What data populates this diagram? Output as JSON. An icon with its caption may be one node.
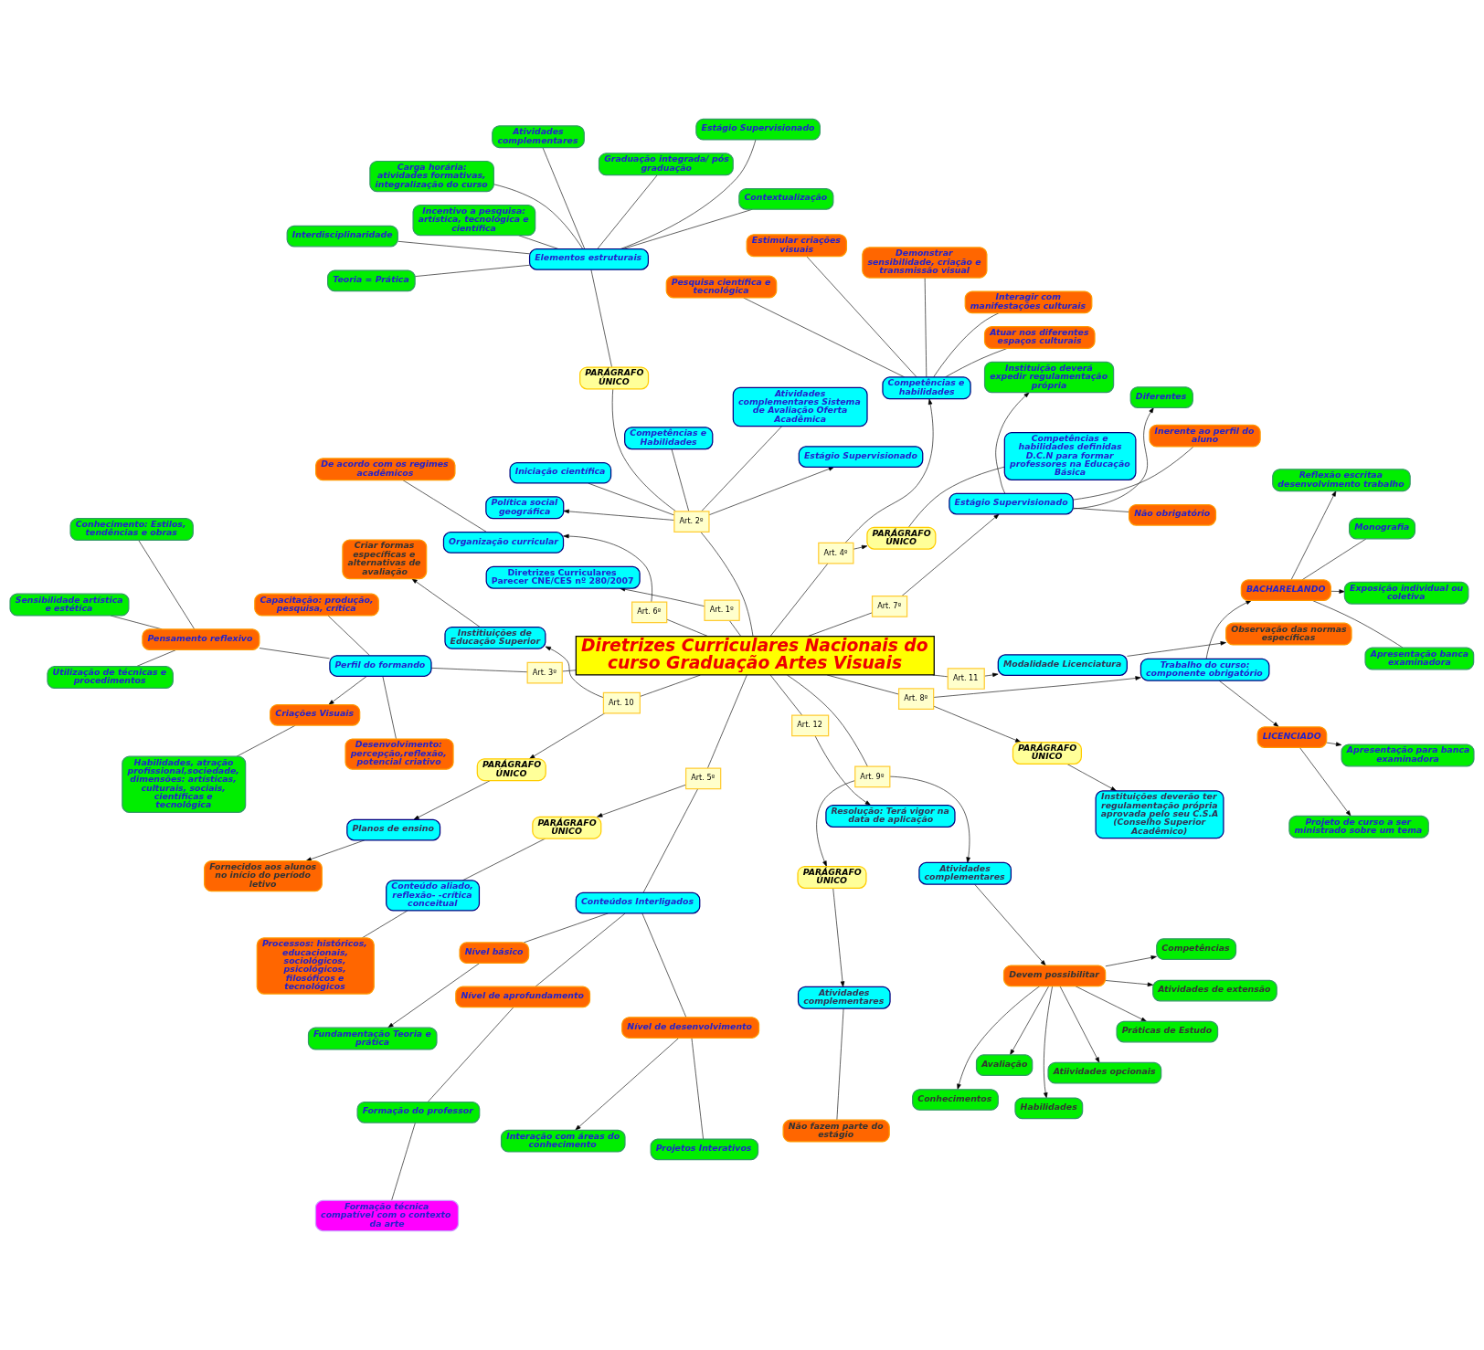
{
  "diagram": {
    "nodes": [
      {
        "text": [
          "Conhecimentos"
        ]
      },
      {
        "text": [
          "Fornecidos aos alunos no início do período letivo"
        ]
      },
      {
        "text": [
          "Habilidades"
        ]
      },
      {
        "text": [
          "Observação das normas específicas"
        ]
      },
      {
        "text": [
          "Competências"
        ]
      },
      {
        "text": [
          "Avaliação"
        ]
      },
      {
        "text": [
          "Planos de ensino"
        ]
      },
      {
        "text": [
          "Atividades de extensão"
        ]
      },
      {
        "text": [
          "Instituições deverão ter regulamentação própria aprovada pelo seu C.S.A (Conselho Superior Acadêmico)"
        ]
      },
      {
        "text": [
          "Apresentação para banca examinadora"
        ]
      },
      {
        "text": [
          "Projeto de curso a ser ministrado sobre um tema"
        ]
      },
      {
        "text": [
          "Criar formas específicas e alternativas de avaliação"
        ]
      },
      {
        "text": [
          "Modalidade Licenciatura"
        ]
      },
      {
        "text": [
          "Resolução: Terá vigor na data de aplicação"
        ]
      },
      {
        "text": [
          "Devem possibilitar"
        ]
      },
      {
        "text": [
          "Atiividades opcionais"
        ]
      },
      {
        "text": [
          "Práticas de Estudo"
        ]
      },
      {
        "text": [
          "Institiuições de Educação Superior"
        ]
      },
      {
        "text": [
          "PARÁGRAFO ÚNICO"
        ]
      },
      {
        "text": [
          "Atividades complementares"
        ]
      },
      {
        "text": [
          "Atividades complementares"
        ]
      },
      {
        "text": [
          "LICENCIADO"
        ]
      },
      {
        "text": [
          "Reflexão escritaa desenvolvimento trabalho"
        ]
      },
      {
        "text": [
          "Art. 11"
        ]
      },
      {
        "text": [
          "PARÁGRAFO ÚNICO"
        ]
      },
      {
        "text": [
          "PARÁGRAFO ÚNICO"
        ]
      },
      {
        "text": [
          "Art. 12"
        ]
      },
      {
        "text": [
          "Art. 10"
        ]
      },
      {
        "text": [
          "Não fazem parte do estágio"
        ]
      },
      {
        "text": [
          "Art. 9º"
        ]
      },
      {
        "text": [
          "BACHARELANDO"
        ]
      },
      {
        "text": [
          "Trabalho do curso: componente obrigatório"
        ]
      },
      {
        "text": [
          "Exposição individual ou coletiva"
        ]
      },
      {
        "text": [
          "Diretrizes Curriculares Parecer CNE/CES nº 280/2007"
        ]
      },
      {
        "text": [
          "Art. 8º"
        ]
      },
      {
        "text": [
          "Diretrizes Curriculares Nacionais do curso Graduação Artes Visuais"
        ]
      },
      {
        "text": [
          "Diferentes"
        ]
      },
      {
        "text": [
          "Art. 7º"
        ]
      },
      {
        "text": [
          "Apresentação banca examinadora"
        ]
      },
      {
        "text": [
          "Art. 1º"
        ]
      },
      {
        "text": [
          "Estágio Supervisionado"
        ]
      },
      {
        "text": [
          "Instituição deverá expedir regulamentação própria"
        ]
      },
      {
        "text": [
          "Política social geográfica"
        ]
      },
      {
        "text": [
          "Competências e habilidades"
        ]
      },
      {
        "text": [
          "Art. 6º"
        ]
      },
      {
        "text": [
          "Organização curricular"
        ]
      },
      {
        "text": [
          "PARÁGRAFO ÚNICO"
        ]
      },
      {
        "text": [
          "Monografia"
        ]
      },
      {
        "text": [
          "Estágio Supervisionado"
        ]
      },
      {
        "text": [
          "Não obrigatório"
        ]
      },
      {
        "text": [
          "De acordo com os regimes acadêmicos"
        ]
      },
      {
        "text": [
          "Art. 4º"
        ]
      },
      {
        "text": [
          "Competências e habilidades definidas D.C.N para formar professores na Educação Básica"
        ]
      },
      {
        "text": [
          "Interagir com manifestações culturais"
        ]
      },
      {
        "text": [
          "Inerente ao perfil do aluno"
        ]
      },
      {
        "text": [
          "Art. 3º"
        ]
      },
      {
        "text": [
          "Pesquisa científica e tecnológica"
        ]
      },
      {
        "text": [
          "Estimular criações visuais"
        ]
      },
      {
        "text": [
          "Art. 2º"
        ]
      },
      {
        "text": [
          "Art. 5º"
        ]
      },
      {
        "text": [
          "PARÁGRAFO ÚNICO"
        ]
      },
      {
        "text": [
          "Demonstrar sensibilidade, criação e transmissão visual"
        ]
      },
      {
        "text": [
          "Criações Visuais"
        ]
      },
      {
        "text": [
          "Atuar nos diferentes espaços culturais"
        ]
      },
      {
        "text": [
          "Conteúdos Interligados"
        ]
      },
      {
        "text": [
          "Conteúdo aliado, reflexão- -crítica conceitual"
        ]
      },
      {
        "text": [
          "Competências e Habilidades"
        ]
      },
      {
        "text": [
          "Perfil do formando"
        ]
      },
      {
        "text": [
          "Habilidades, atração profissional,sociedade, dimensões: artísticas, culturais, sociais, científicas e tecnológica"
        ]
      },
      {
        "text": [
          "Nível básico"
        ]
      },
      {
        "text": [
          "Fundamentação Teoria e prática"
        ]
      },
      {
        "text": [
          "Iniciação científica"
        ]
      },
      {
        "text": [
          "Capacitação: produção, pesquisa, crítica"
        ]
      },
      {
        "text": [
          "Nível de desenvolvimento"
        ]
      },
      {
        "text": [
          "Interação com áreas do conhecimento"
        ]
      },
      {
        "text": [
          "Desenvolvimento: percepção,reflexão, potencial criativo"
        ]
      },
      {
        "text": [
          "Atividades complementares Sistema de Avaliação Oferta Acadêmica"
        ]
      },
      {
        "text": [
          "Pensamento reflexivo"
        ]
      },
      {
        "text": [
          "Nível de aprofundamento"
        ]
      },
      {
        "text": [
          "Projetos Interativos"
        ]
      },
      {
        "text": [
          "PARÁGRAFO ÚNICO"
        ]
      },
      {
        "text": [
          "Utilização de técnicas e procedimentos"
        ]
      },
      {
        "text": [
          "Processos: históricos, educacionais, sociológicos, psicológicos, filosóficos e tecnológicos"
        ]
      },
      {
        "text": [
          "Formação do professor"
        ]
      },
      {
        "text": [
          "Conhecimento: Estilos, tendências e obras"
        ]
      },
      {
        "text": [
          "Elementos estruturais"
        ]
      },
      {
        "text": [
          "Formação técnica compatível com o contexto da arte"
        ]
      },
      {
        "text": [
          "Sensibilidade artística e estética"
        ]
      },
      {
        "text": [
          "Atividades complementares"
        ]
      },
      {
        "text": [
          "Teoria = Prática"
        ]
      },
      {
        "text": [
          "Estágio Supervisionado"
        ]
      },
      {
        "text": [
          "Interdisciplinaridade"
        ]
      },
      {
        "text": [
          "Contextualização"
        ]
      },
      {
        "text": [
          "Graduação integrada/ pós graduação"
        ]
      },
      {
        "text": [
          "Carga horária: atividades formativas, integralização do curso"
        ]
      },
      {
        "text": [
          "Incentivo a pesquisa: artística, tecnológica e científica"
        ]
      }
    ],
    "edges": [
      {
        "from": 35,
        "to": 39,
        "arrow": "none"
      },
      {
        "from": 39,
        "to": 33,
        "arrow": "to"
      },
      {
        "from": 35,
        "to": 26,
        "arrow": "none"
      },
      {
        "from": 26,
        "to": 13,
        "arrow": "to"
      },
      {
        "from": 35,
        "to": 23,
        "arrow": "none"
      },
      {
        "from": 23,
        "to": 12,
        "arrow": "to"
      },
      {
        "from": 12,
        "to": 3,
        "arrow": "to"
      },
      {
        "from": 35,
        "to": 27,
        "arrow": "none"
      },
      {
        "from": 27,
        "to": 18,
        "arrow": "to"
      },
      {
        "from": 27,
        "to": 17,
        "arrow": "to"
      },
      {
        "from": 17,
        "to": 11,
        "arrow": "to"
      },
      {
        "from": 18,
        "to": 6,
        "arrow": "to"
      },
      {
        "from": 6,
        "to": 1,
        "arrow": "to"
      },
      {
        "from": 35,
        "to": 29,
        "arrow": "none"
      },
      {
        "from": 29,
        "to": 24,
        "arrow": "to"
      },
      {
        "from": 29,
        "to": 20,
        "arrow": "to"
      },
      {
        "from": 24,
        "to": 19,
        "arrow": "to"
      },
      {
        "from": 19,
        "to": 28,
        "arrow": "none"
      },
      {
        "from": 20,
        "to": 14,
        "arrow": "to"
      },
      {
        "from": 14,
        "to": 7,
        "arrow": "to"
      },
      {
        "from": 14,
        "to": 16,
        "arrow": "to"
      },
      {
        "from": 14,
        "to": 4,
        "arrow": "to"
      },
      {
        "from": 14,
        "to": 0,
        "arrow": "to"
      },
      {
        "from": 14,
        "to": 2,
        "arrow": "to"
      },
      {
        "from": 14,
        "to": 5,
        "arrow": "to"
      },
      {
        "from": 14,
        "to": 15,
        "arrow": "to"
      },
      {
        "from": 35,
        "to": 34,
        "arrow": "none"
      },
      {
        "from": 34,
        "to": 25,
        "arrow": "to"
      },
      {
        "from": 25,
        "to": 8,
        "arrow": "to"
      },
      {
        "from": 34,
        "to": 31,
        "arrow": "to"
      },
      {
        "from": 31,
        "to": 21,
        "arrow": "to"
      },
      {
        "from": 31,
        "to": 30,
        "arrow": "to"
      },
      {
        "from": 21,
        "to": 9,
        "arrow": "to"
      },
      {
        "from": 21,
        "to": 10,
        "arrow": "to"
      },
      {
        "from": 30,
        "to": 22,
        "arrow": "to"
      },
      {
        "from": 30,
        "to": 32,
        "arrow": "to"
      },
      {
        "from": 30,
        "to": 38,
        "arrow": "none"
      },
      {
        "from": 30,
        "to": 47,
        "arrow": "none"
      },
      {
        "from": 35,
        "to": 37,
        "arrow": "none"
      },
      {
        "from": 37,
        "to": 40,
        "arrow": "to"
      },
      {
        "from": 40,
        "to": 36,
        "arrow": "to"
      },
      {
        "from": 40,
        "to": 41,
        "arrow": "to"
      },
      {
        "from": 40,
        "to": 49,
        "arrow": "none"
      },
      {
        "from": 40,
        "to": 54,
        "arrow": "none"
      },
      {
        "from": 35,
        "to": 44,
        "arrow": "none"
      },
      {
        "from": 44,
        "to": 45,
        "arrow": "to"
      },
      {
        "from": 45,
        "to": 50,
        "arrow": "none"
      },
      {
        "from": 35,
        "to": 51,
        "arrow": "none"
      },
      {
        "from": 51,
        "to": 43,
        "arrow": "to"
      },
      {
        "from": 51,
        "to": 46,
        "arrow": "to"
      },
      {
        "from": 46,
        "to": 52,
        "arrow": "none"
      },
      {
        "from": 43,
        "to": 53,
        "arrow": "none"
      },
      {
        "from": 43,
        "to": 56,
        "arrow": "none"
      },
      {
        "from": 43,
        "to": 57,
        "arrow": "none"
      },
      {
        "from": 43,
        "to": 61,
        "arrow": "none"
      },
      {
        "from": 43,
        "to": 63,
        "arrow": "none"
      },
      {
        "from": 35,
        "to": 59,
        "arrow": "none"
      },
      {
        "from": 59,
        "to": 60,
        "arrow": "to"
      },
      {
        "from": 60,
        "to": 65,
        "arrow": "none"
      },
      {
        "from": 65,
        "to": 82,
        "arrow": "none"
      },
      {
        "from": 59,
        "to": 64,
        "arrow": "none"
      },
      {
        "from": 64,
        "to": 69,
        "arrow": "none"
      },
      {
        "from": 64,
        "to": 73,
        "arrow": "none"
      },
      {
        "from": 64,
        "to": 78,
        "arrow": "none"
      },
      {
        "from": 69,
        "to": 70,
        "arrow": "to"
      },
      {
        "from": 73,
        "to": 74,
        "arrow": "to"
      },
      {
        "from": 73,
        "to": 79,
        "arrow": "none"
      },
      {
        "from": 78,
        "to": 83,
        "arrow": "none"
      },
      {
        "from": 83,
        "to": 86,
        "arrow": "none"
      },
      {
        "from": 35,
        "to": 55,
        "arrow": "none"
      },
      {
        "from": 55,
        "to": 67,
        "arrow": "none"
      },
      {
        "from": 67,
        "to": 62,
        "arrow": "to"
      },
      {
        "from": 62,
        "to": 68,
        "arrow": "none"
      },
      {
        "from": 67,
        "to": 72,
        "arrow": "none"
      },
      {
        "from": 67,
        "to": 75,
        "arrow": "none"
      },
      {
        "from": 67,
        "to": 77,
        "arrow": "none"
      },
      {
        "from": 77,
        "to": 81,
        "arrow": "none"
      },
      {
        "from": 77,
        "to": 84,
        "arrow": "none"
      },
      {
        "from": 77,
        "to": 87,
        "arrow": "none"
      },
      {
        "from": 35,
        "to": 58,
        "arrow": "none"
      },
      {
        "from": 58,
        "to": 48,
        "arrow": "to"
      },
      {
        "from": 58,
        "to": 42,
        "arrow": "to"
      },
      {
        "from": 58,
        "to": 66,
        "arrow": "none"
      },
      {
        "from": 58,
        "to": 71,
        "arrow": "none"
      },
      {
        "from": 58,
        "to": 76,
        "arrow": "none"
      },
      {
        "from": 58,
        "to": 80,
        "arrow": "none"
      },
      {
        "from": 80,
        "to": 85,
        "arrow": "none"
      },
      {
        "from": 85,
        "to": 88,
        "arrow": "none"
      },
      {
        "from": 85,
        "to": 90,
        "arrow": "none"
      },
      {
        "from": 85,
        "to": 92,
        "arrow": "none"
      },
      {
        "from": 85,
        "to": 94,
        "arrow": "none"
      },
      {
        "from": 85,
        "to": 91,
        "arrow": "none"
      },
      {
        "from": 85,
        "to": 93,
        "arrow": "none"
      },
      {
        "from": 85,
        "to": 95,
        "arrow": "none"
      },
      {
        "from": 85,
        "to": 89,
        "arrow": "none"
      }
    ]
  }
}
